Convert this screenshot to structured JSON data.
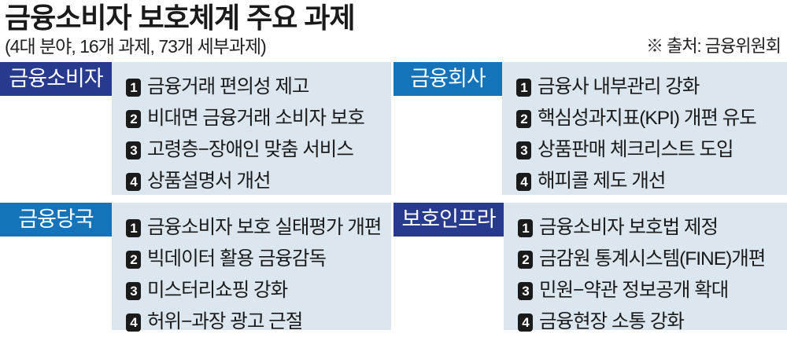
{
  "title": "금융소비자 보호체계 주요 과제",
  "subtitle": "(4대 분야, 16개 과제, 73개 세부과제)",
  "source": "※ 출처: 금융위원회",
  "colors": {
    "navy": "#283a8e",
    "blue": "#1573b9",
    "panel": "#dce6ef"
  },
  "sections": [
    {
      "label": "금융소비자",
      "items": [
        {
          "num": "1",
          "text": "금융거래 편의성 제고"
        },
        {
          "num": "2",
          "text": "비대면 금융거래 소비자 보호"
        },
        {
          "num": "3",
          "text": "고령층−장애인 맞춤 서비스"
        },
        {
          "num": "4",
          "text": "상품설명서 개선"
        }
      ]
    },
    {
      "label": "금융회사",
      "items": [
        {
          "num": "1",
          "text": "금융사 내부관리 강화"
        },
        {
          "num": "2",
          "text": "핵심성과지표(KPI) 개편 유도"
        },
        {
          "num": "3",
          "text": "상품판매 체크리스트 도입"
        },
        {
          "num": "4",
          "text": "해피콜 제도 개선"
        }
      ]
    },
    {
      "label": "금융당국",
      "items": [
        {
          "num": "1",
          "text": "금융소비자 보호 실태평가 개편"
        },
        {
          "num": "2",
          "text": "빅데이터 활용 금융감독"
        },
        {
          "num": "3",
          "text": "미스터리쇼핑 강화"
        },
        {
          "num": "4",
          "text": "허위−과장 광고 근절"
        }
      ]
    },
    {
      "label": "보호인프라",
      "items": [
        {
          "num": "1",
          "text": "금융소비자 보호법 제정"
        },
        {
          "num": "2",
          "text": "금감원 통계시스템(FINE)개편"
        },
        {
          "num": "3",
          "text": "민원−약관 정보공개 확대"
        },
        {
          "num": "4",
          "text": "금융현장 소통 강화"
        }
      ]
    }
  ]
}
